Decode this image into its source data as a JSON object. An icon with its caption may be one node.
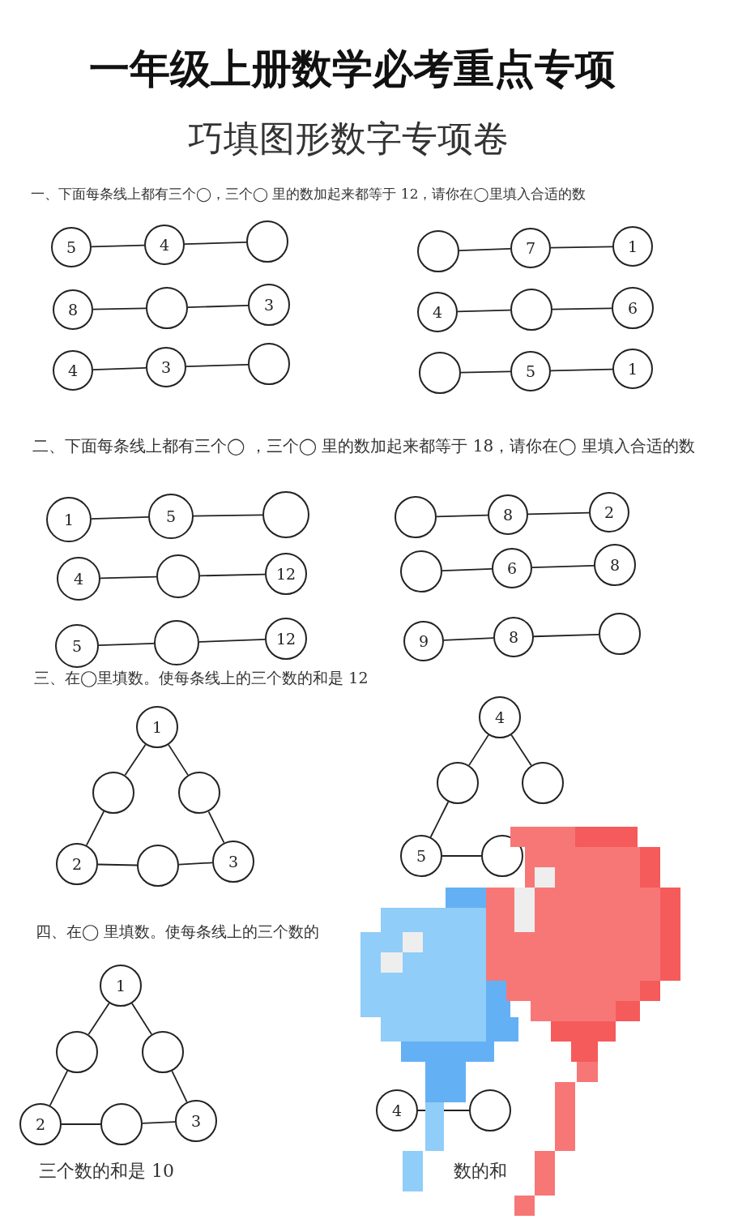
{
  "diagram": {
    "title": "一年级上册数学必考重点专项",
    "nodes": [
      {
        "text": [
          "5"
        ]
      },
      {
        "text": [
          "4"
        ]
      },
      {
        "text": [],
        "shape": "circle"
      },
      {
        "text": [
          "8"
        ]
      },
      {
        "text": [],
        "shape": "circle"
      },
      {
        "text": [
          "3"
        ]
      },
      {
        "text": [
          "4"
        ]
      },
      {
        "text": [
          "3"
        ]
      },
      {
        "text": [],
        "shape": "circle"
      },
      {
        "text": [],
        "shape": "circle"
      },
      {
        "text": [
          "7"
        ]
      },
      {
        "text": [
          "1"
        ]
      },
      {
        "text": [
          "4"
        ]
      },
      {
        "text": [],
        "shape": "circle"
      },
      {
        "text": [
          "6"
        ]
      },
      {
        "text": [],
        "shape": "circle"
      },
      {
        "text": [
          "5"
        ]
      },
      {
        "text": [
          "1"
        ]
      },
      {
        "text": [
          "1"
        ]
      },
      {
        "text": [
          "5"
        ]
      },
      {
        "text": [],
        "shape": "circle"
      },
      {
        "text": [
          "4"
        ]
      },
      {
        "text": [],
        "shape": "circle"
      },
      {
        "text": [
          "12"
        ]
      },
      {
        "text": [
          "5"
        ]
      },
      {
        "text": [],
        "shape": "circle"
      },
      {
        "text": [
          "12"
        ]
      },
      {
        "text": [],
        "shape": "circle"
      },
      {
        "text": [
          "8"
        ]
      },
      {
        "text": [
          "2"
        ]
      },
      {
        "text": [],
        "shape": "circle"
      },
      {
        "text": [
          "6"
        ]
      },
      {
        "text": [
          "8"
        ]
      },
      {
        "text": [
          "9"
        ]
      },
      {
        "text": [
          "8"
        ]
      },
      {
        "text": [],
        "shape": "circle"
      },
      {
        "text": [
          "1"
        ]
      },
      {
        "text": [],
        "shape": "circle"
      },
      {
        "text": [],
        "shape": "circle"
      },
      {
        "text": [
          "2"
        ]
      },
      {
        "text": [],
        "shape": "circle"
      },
      {
        "text": [
          "3"
        ]
      },
      {
        "text": [
          "4"
        ]
      },
      {
        "text": [],
        "shape": "circle"
      },
      {
        "text": [],
        "shape": "circle"
      },
      {
        "text": [
          "5"
        ]
      },
      {
        "text": [],
        "shape": "circle"
      },
      {
        "text": [
          "1"
        ]
      },
      {
        "text": [],
        "shape": "circle"
      },
      {
        "text": [],
        "shape": "circle"
      },
      {
        "text": [
          "2"
        ]
      },
      {
        "text": [],
        "shape": "circle"
      },
      {
        "text": [
          "3"
        ]
      },
      {
        "text": [
          "4"
        ]
      },
      {
        "text": [],
        "shape": "circle"
      }
    ],
    "edges": [
      {
        "from": 0,
        "to": 1,
        "arrow": "none"
      },
      {
        "from": 1,
        "to": 2,
        "arrow": "none"
      },
      {
        "from": 3,
        "to": 4,
        "arrow": "none"
      },
      {
        "from": 4,
        "to": 5,
        "arrow": "none"
      },
      {
        "from": 6,
        "to": 7,
        "arrow": "none"
      },
      {
        "from": 7,
        "to": 8,
        "arrow": "none"
      },
      {
        "from": 9,
        "to": 10,
        "arrow": "none"
      },
      {
        "from": 10,
        "to": 11,
        "arrow": "none"
      },
      {
        "from": 12,
        "to": 13,
        "arrow": "none"
      },
      {
        "from": 13,
        "to": 14,
        "arrow": "none"
      },
      {
        "from": 15,
        "to": 16,
        "arrow": "none"
      },
      {
        "from": 16,
        "to": 17,
        "arrow": "none"
      },
      {
        "from": 18,
        "to": 19,
        "arrow": "none"
      },
      {
        "from": 19,
        "to": 20,
        "arrow": "none"
      },
      {
        "from": 21,
        "to": 22,
        "arrow": "none"
      },
      {
        "from": 22,
        "to": 23,
        "arrow": "none"
      },
      {
        "from": 24,
        "to": 25,
        "arrow": "none"
      },
      {
        "from": 25,
        "to": 26,
        "arrow": "none"
      },
      {
        "from": 27,
        "to": 28,
        "arrow": "none"
      },
      {
        "from": 28,
        "to": 29,
        "arrow": "none"
      },
      {
        "from": 30,
        "to": 31,
        "arrow": "none"
      },
      {
        "from": 31,
        "to": 32,
        "arrow": "none"
      },
      {
        "from": 33,
        "to": 34,
        "arrow": "none"
      },
      {
        "from": 34,
        "to": 35,
        "arrow": "none"
      },
      {
        "from": 36,
        "to": 37,
        "arrow": "none"
      },
      {
        "from": 37,
        "to": 39,
        "arrow": "none"
      },
      {
        "from": 36,
        "to": 38,
        "arrow": "none"
      },
      {
        "from": 38,
        "to": 41,
        "arrow": "none"
      },
      {
        "from": 39,
        "to": 40,
        "arrow": "none"
      },
      {
        "from": 40,
        "to": 41,
        "arrow": "none"
      },
      {
        "from": 42,
        "to": 43,
        "arrow": "none"
      },
      {
        "from": 43,
        "to": 45,
        "arrow": "none"
      },
      {
        "from": 42,
        "to": 44,
        "arrow": "none"
      },
      {
        "from": 45,
        "to": 46,
        "arrow": "none"
      },
      {
        "from": 47,
        "to": 48,
        "arrow": "none"
      },
      {
        "from": 48,
        "to": 50,
        "arrow": "none"
      },
      {
        "from": 47,
        "to": 49,
        "arrow": "none"
      },
      {
        "from": 49,
        "to": 52,
        "arrow": "none"
      },
      {
        "from": 50,
        "to": 51,
        "arrow": "none"
      },
      {
        "from": 51,
        "to": 52,
        "arrow": "none"
      },
      {
        "from": 53,
        "to": 54,
        "arrow": "none"
      }
    ],
    "labels": [
      "巧填图形数字专项卷",
      "一、下面每条线上都有三个◯，三个◯ 里的数加起来都等于 12，请你在◯里填入合适的数",
      "二、下面每条线上都有三个◯ ，三个◯ 里的数加起来都等于 18，请你在◯ 里填入合适的数",
      "三、在◯里填数。使每条线上的三个数的和是 12",
      "四、在◯ 里填数。使每条线上的三个数的",
      "三个数的和是 10",
      "数的和"
    ]
  }
}
